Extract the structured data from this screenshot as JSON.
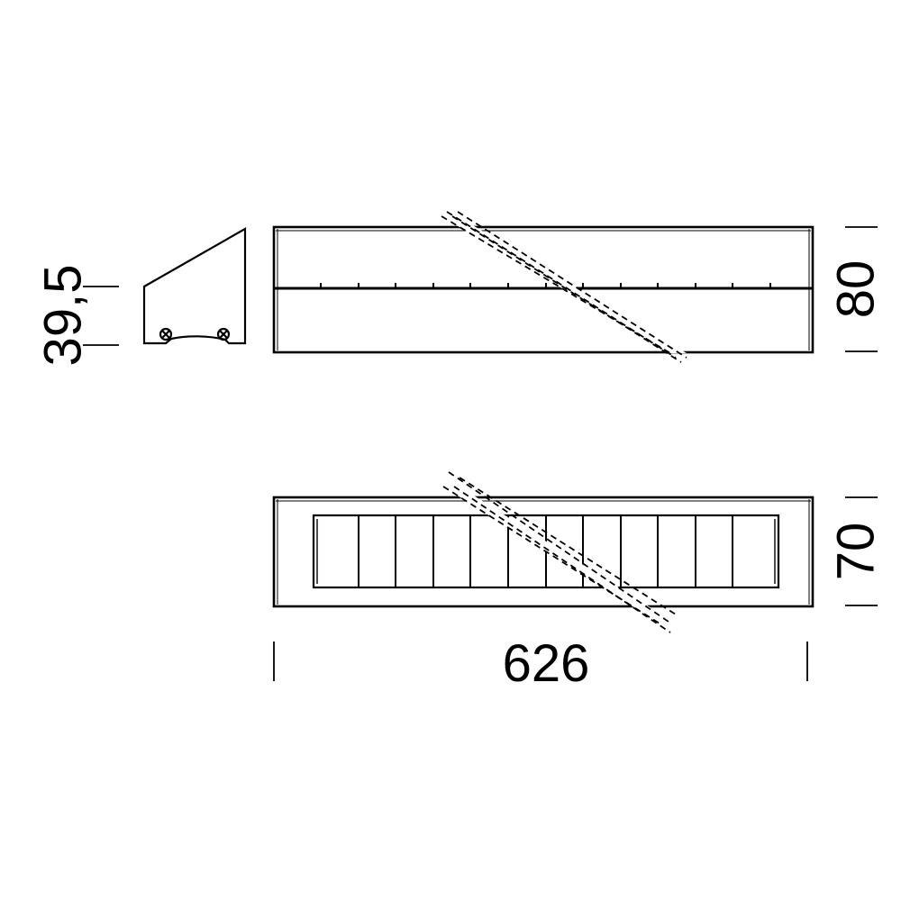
{
  "dimensions": {
    "length": "626",
    "height": "80",
    "depth": "70",
    "side_height": "39,5"
  },
  "colors": {
    "line": "#000000",
    "background": "#ffffff"
  }
}
